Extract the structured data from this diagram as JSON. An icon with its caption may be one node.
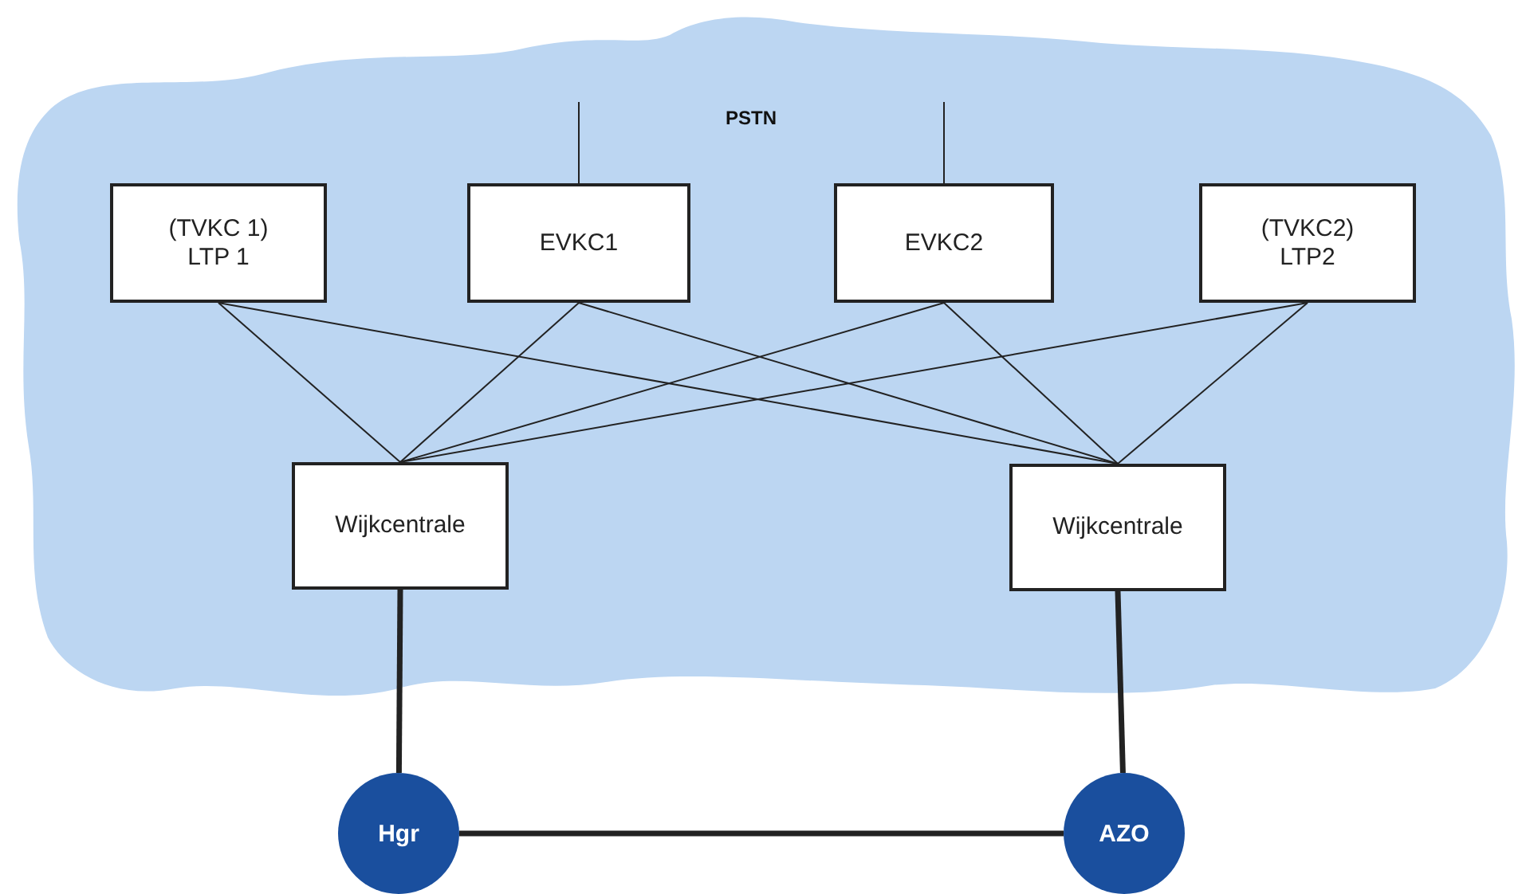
{
  "diagram": {
    "nodes": [
      {
        "text": [
          "PSTN"
        ]
      },
      {
        "text": [
          "(TVKC 1) LTP 1"
        ],
        "in": 0
      },
      {
        "text": [
          "EVKC1"
        ],
        "in": 0
      },
      {
        "text": [
          "EVKC2"
        ],
        "in": 0
      },
      {
        "text": [
          "(TVKC2) LTP2"
        ],
        "in": 0
      },
      {
        "text": [
          "Wijkcentrale"
        ],
        "in": 0
      },
      {
        "text": [
          "Wijkcentrale"
        ],
        "in": 0
      },
      {
        "text": [
          "Hgr"
        ]
      },
      {
        "text": [
          "AZO"
        ]
      }
    ],
    "edges": [
      {
        "from": 2,
        "to": null,
        "arrow": "none"
      },
      {
        "from": 3,
        "to": null,
        "arrow": "none"
      },
      {
        "from": 1,
        "to": 5,
        "arrow": "none"
      },
      {
        "from": 1,
        "to": 6,
        "arrow": "none"
      },
      {
        "from": 2,
        "to": 5,
        "arrow": "none"
      },
      {
        "from": 2,
        "to": 6,
        "arrow": "none"
      },
      {
        "from": 3,
        "to": 5,
        "arrow": "none"
      },
      {
        "from": 3,
        "to": 6,
        "arrow": "none"
      },
      {
        "from": 4,
        "to": 5,
        "arrow": "none"
      },
      {
        "from": 4,
        "to": 6,
        "arrow": "none"
      },
      {
        "from": 5,
        "to": 7,
        "arrow": "none",
        "style": "thick"
      },
      {
        "from": 6,
        "to": 8,
        "arrow": "none",
        "style": "thick"
      },
      {
        "from": 7,
        "to": 8,
        "arrow": "none",
        "style": "thick"
      }
    ]
  }
}
